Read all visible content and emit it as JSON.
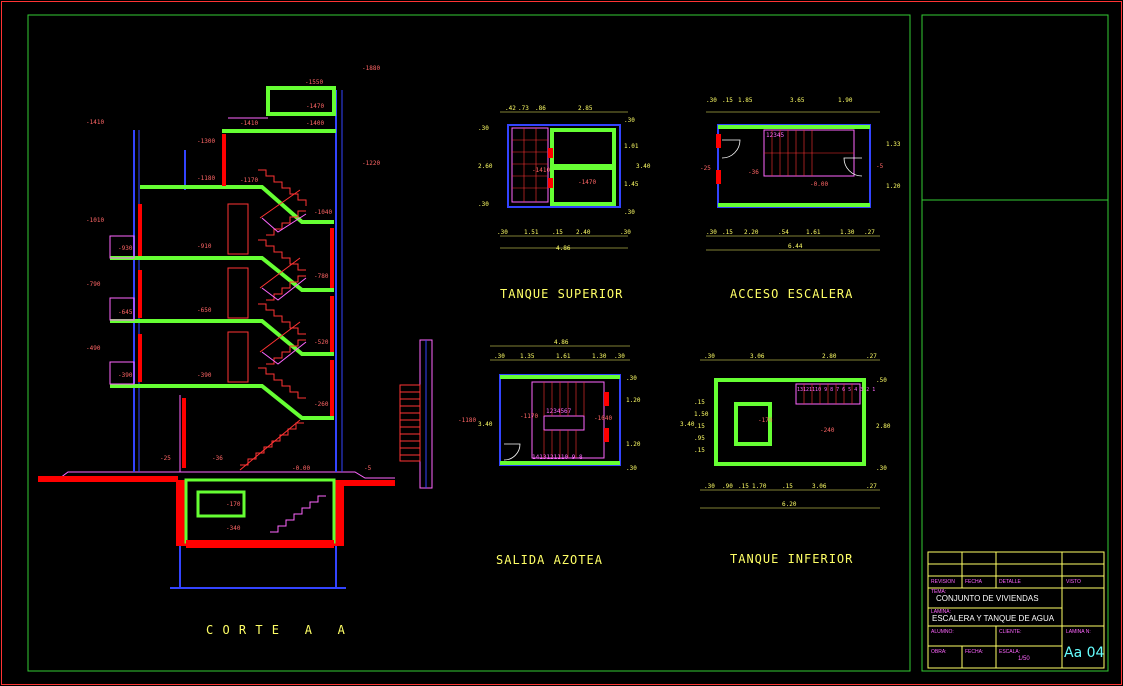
{
  "colors": {
    "background": "#000000",
    "frame_outer": "#ff3333",
    "frame_inner": "#33cc33",
    "slab": "#66ff33",
    "wall_cut": "#ff0000",
    "structure": "#3344ff",
    "stair": "#ff3333",
    "hatch": "#ff66ff",
    "dim": "#ffff66",
    "text": "#ffffff"
  },
  "views": {
    "corte": "C O R T E   A   A",
    "tanque_superior": "TANQUE SUPERIOR",
    "acceso_escalera": "ACCESO ESCALERA",
    "salida_azotea": "SALIDA AZOTEA",
    "tanque_inferior": "TANQUE INFERIOR"
  },
  "levels": {
    "l1880": "-1880",
    "l1550": "-1550",
    "l1470": "-1470",
    "l1410a": "-1410",
    "l1410b": "-1410",
    "l1400": "-1400",
    "l1300": "-1300",
    "l1220": "-1220",
    "l1180": "-1180",
    "l1170": "-1170",
    "l1040": "-1040",
    "l1010": "-1010",
    "l930": "-930",
    "l910": "-910",
    "l790": "-790",
    "l780": "-780",
    "l645": "-645",
    "l650": "-650",
    "l520": "-520",
    "l490": "-490",
    "l390a": "-390",
    "l390b": "-390",
    "l260": "-260",
    "l25": "-25",
    "l36": "-36",
    "l000": "-0.00",
    "l5": "-5",
    "l170": "-170",
    "l340": "-340"
  },
  "plan_ts": {
    "top_dims": [
      ".42",
      ".73",
      ".86",
      "2.85"
    ],
    "bottom_dims": [
      ".30",
      "1.51",
      ".15",
      "2.40",
      ".30"
    ],
    "total": "4.86",
    "right_dims": [
      ".30",
      "1.01",
      "1.45",
      ".30"
    ],
    "right_total": "3.40",
    "left_dims": [
      ".30",
      "2.60",
      ".30"
    ],
    "lv1": "-1410",
    "lv2": "-1470"
  },
  "plan_ae": {
    "top_dims": [
      ".30",
      ".15",
      "1.85",
      "3.65",
      "1.90"
    ],
    "bottom_dims": [
      ".30",
      ".15",
      "2.20",
      ".54",
      "1.61",
      "1.30",
      ".27"
    ],
    "total": "6.44",
    "right_dims": [
      "1.33",
      "1.20"
    ],
    "steps": "12345",
    "lv1": "-25",
    "lv2": "-36",
    "lv3": "-0.00",
    "lv4": "-5"
  },
  "plan_sa": {
    "top_dims": [
      ".30",
      "1.35",
      "1.61",
      "1.30",
      ".30"
    ],
    "total": "4.86",
    "right_dims": [
      ".30",
      "1.20",
      "1.20",
      ".30"
    ],
    "left_dim": "3.40",
    "steps_top": "1234567",
    "steps_bottom": "1413121110 9 8",
    "lv1": "-1180",
    "lv2": "-1170",
    "lv3": "-1040"
  },
  "plan_ti": {
    "top_dims": [
      ".30",
      "3.06",
      "2.80",
      ".27"
    ],
    "bottom_dims": [
      ".30",
      ".90",
      ".15",
      "1.70",
      ".15",
      "3.06",
      ".27"
    ],
    "total": "6.20",
    "left_dims": [
      "3.40",
      ".15",
      "1.50",
      ".15",
      ".95",
      ".15"
    ],
    "right_dims": [
      ".50",
      "2.80",
      ".30"
    ],
    "steps": "13121110 9 8 7 6 5 4 3 2 1",
    "lv1": "-170",
    "lv2": "-240"
  },
  "titleblock": {
    "revision": "REVISION",
    "fecha": "FECHA",
    "detalle": "DETALLE",
    "visto": "VISTO",
    "tema_label": "TEMA:",
    "tema": "CONJUNTO DE VIVIENDAS",
    "lamina_label": "LAMINA:",
    "lamina": "ESCALERA Y TANQUE DE AGUA",
    "alumno_label": "ALUMNO:",
    "cliente_label": "CLIENTE:",
    "lamina_n_label": "LAMINA N:",
    "lamina_n": "Aa 04",
    "obra_label": "OBRA:",
    "fecha2_label": "FECHA:",
    "escala_label": "ESCALA:",
    "escala": "1/50"
  }
}
